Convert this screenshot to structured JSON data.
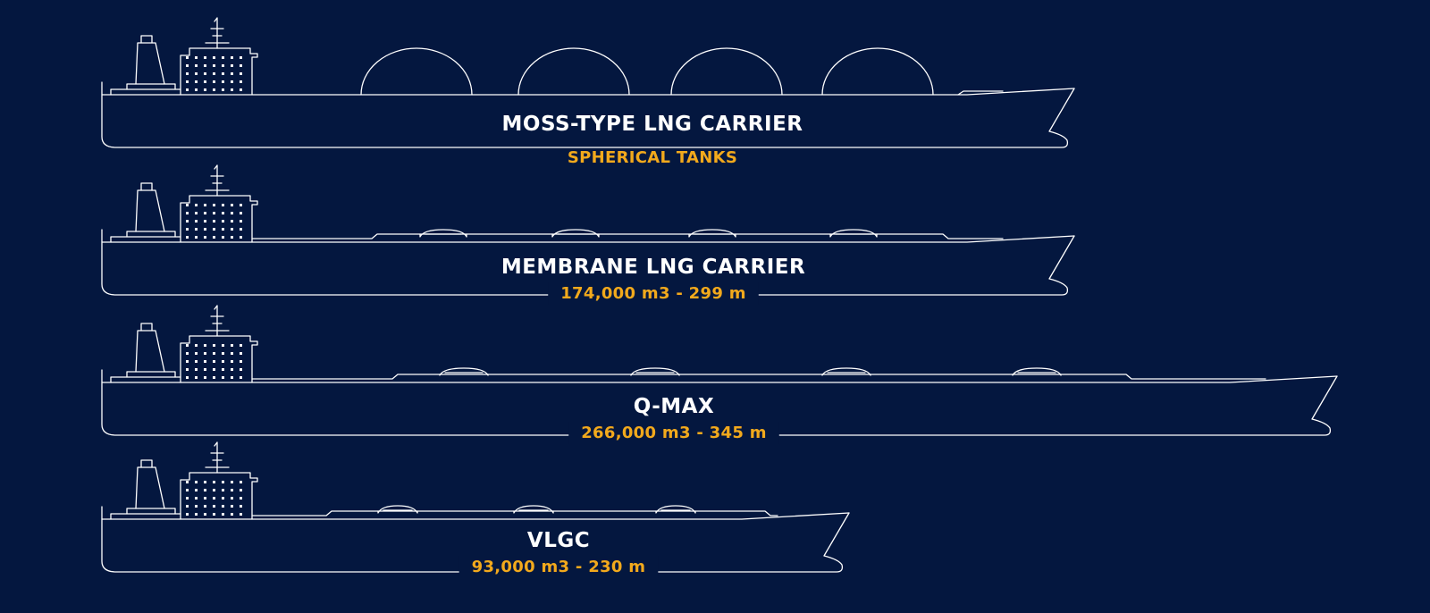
{
  "colors": {
    "background": "#04173f",
    "line": "#ffffff",
    "accent": "#f2a91c"
  },
  "ships": [
    {
      "name": "MOSS-TYPE LNG CARRIER",
      "spec": "SPHERICAL TANKS",
      "tank_type": "spherical",
      "tank_count": 4
    },
    {
      "name": "MEMBRANE LNG CARRIER",
      "spec": "174,000 m3 - 299 m",
      "capacity_m3": 174000,
      "length_m": 299,
      "tank_type": "membrane",
      "tank_count": 4
    },
    {
      "name": "Q-MAX",
      "spec": "266,000 m3 - 345 m",
      "capacity_m3": 266000,
      "length_m": 345,
      "tank_type": "membrane",
      "tank_count": 4
    },
    {
      "name": "VLGC",
      "spec": "93,000 m3 - 230 m",
      "capacity_m3": 93000,
      "length_m": 230,
      "tank_type": "membrane",
      "tank_count": 3
    }
  ]
}
